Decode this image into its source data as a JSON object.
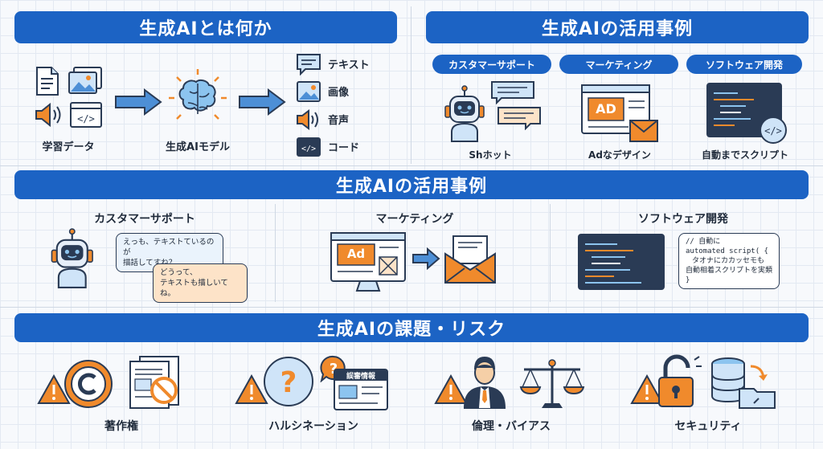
{
  "overview": {
    "title": "生成AIとは何か",
    "input_label": "学習データ",
    "model_label": "生成AIモデル",
    "outputs": [
      "テキスト",
      "画像",
      "音声",
      "コード"
    ]
  },
  "usecases_top": {
    "title": "生成AIの活用事例",
    "tabs": [
      "カスタマーサポート",
      "マーケティング",
      "ソフトウェア開発"
    ],
    "captions": [
      "Shホット",
      "Adなデザイン",
      "自動までスクリプト"
    ],
    "ad_text": "AD"
  },
  "usecases_mid": {
    "title": "生成AIの活用事例",
    "columns": [
      "カスタマーサポート",
      "マーケティング",
      "ソフトウェア開発"
    ],
    "chat_bubble_1": [
      "えっも、テキストているのが",
      "描話してすね？"
    ],
    "chat_bubble_2": [
      "どうって、",
      "テキストも描しいてね。"
    ],
    "ad_text": "Ad",
    "code_bubble": [
      "// 自動に",
      "automated script( {",
      "タオナにカカッセモも",
      "自動相着スクリプトを実類",
      "}"
    ]
  },
  "risks": {
    "title": "生成AIの課題・リスク",
    "items": [
      "著作権",
      "ハルシネーション",
      "倫理・バイアス",
      "セキュリティ"
    ],
    "info_tag": "誤審情報"
  },
  "colors": {
    "primary": "#1c63c4",
    "accent_orange": "#f08a2c",
    "light_blue": "#cfe4f8",
    "dark_navy": "#2a3b55"
  }
}
